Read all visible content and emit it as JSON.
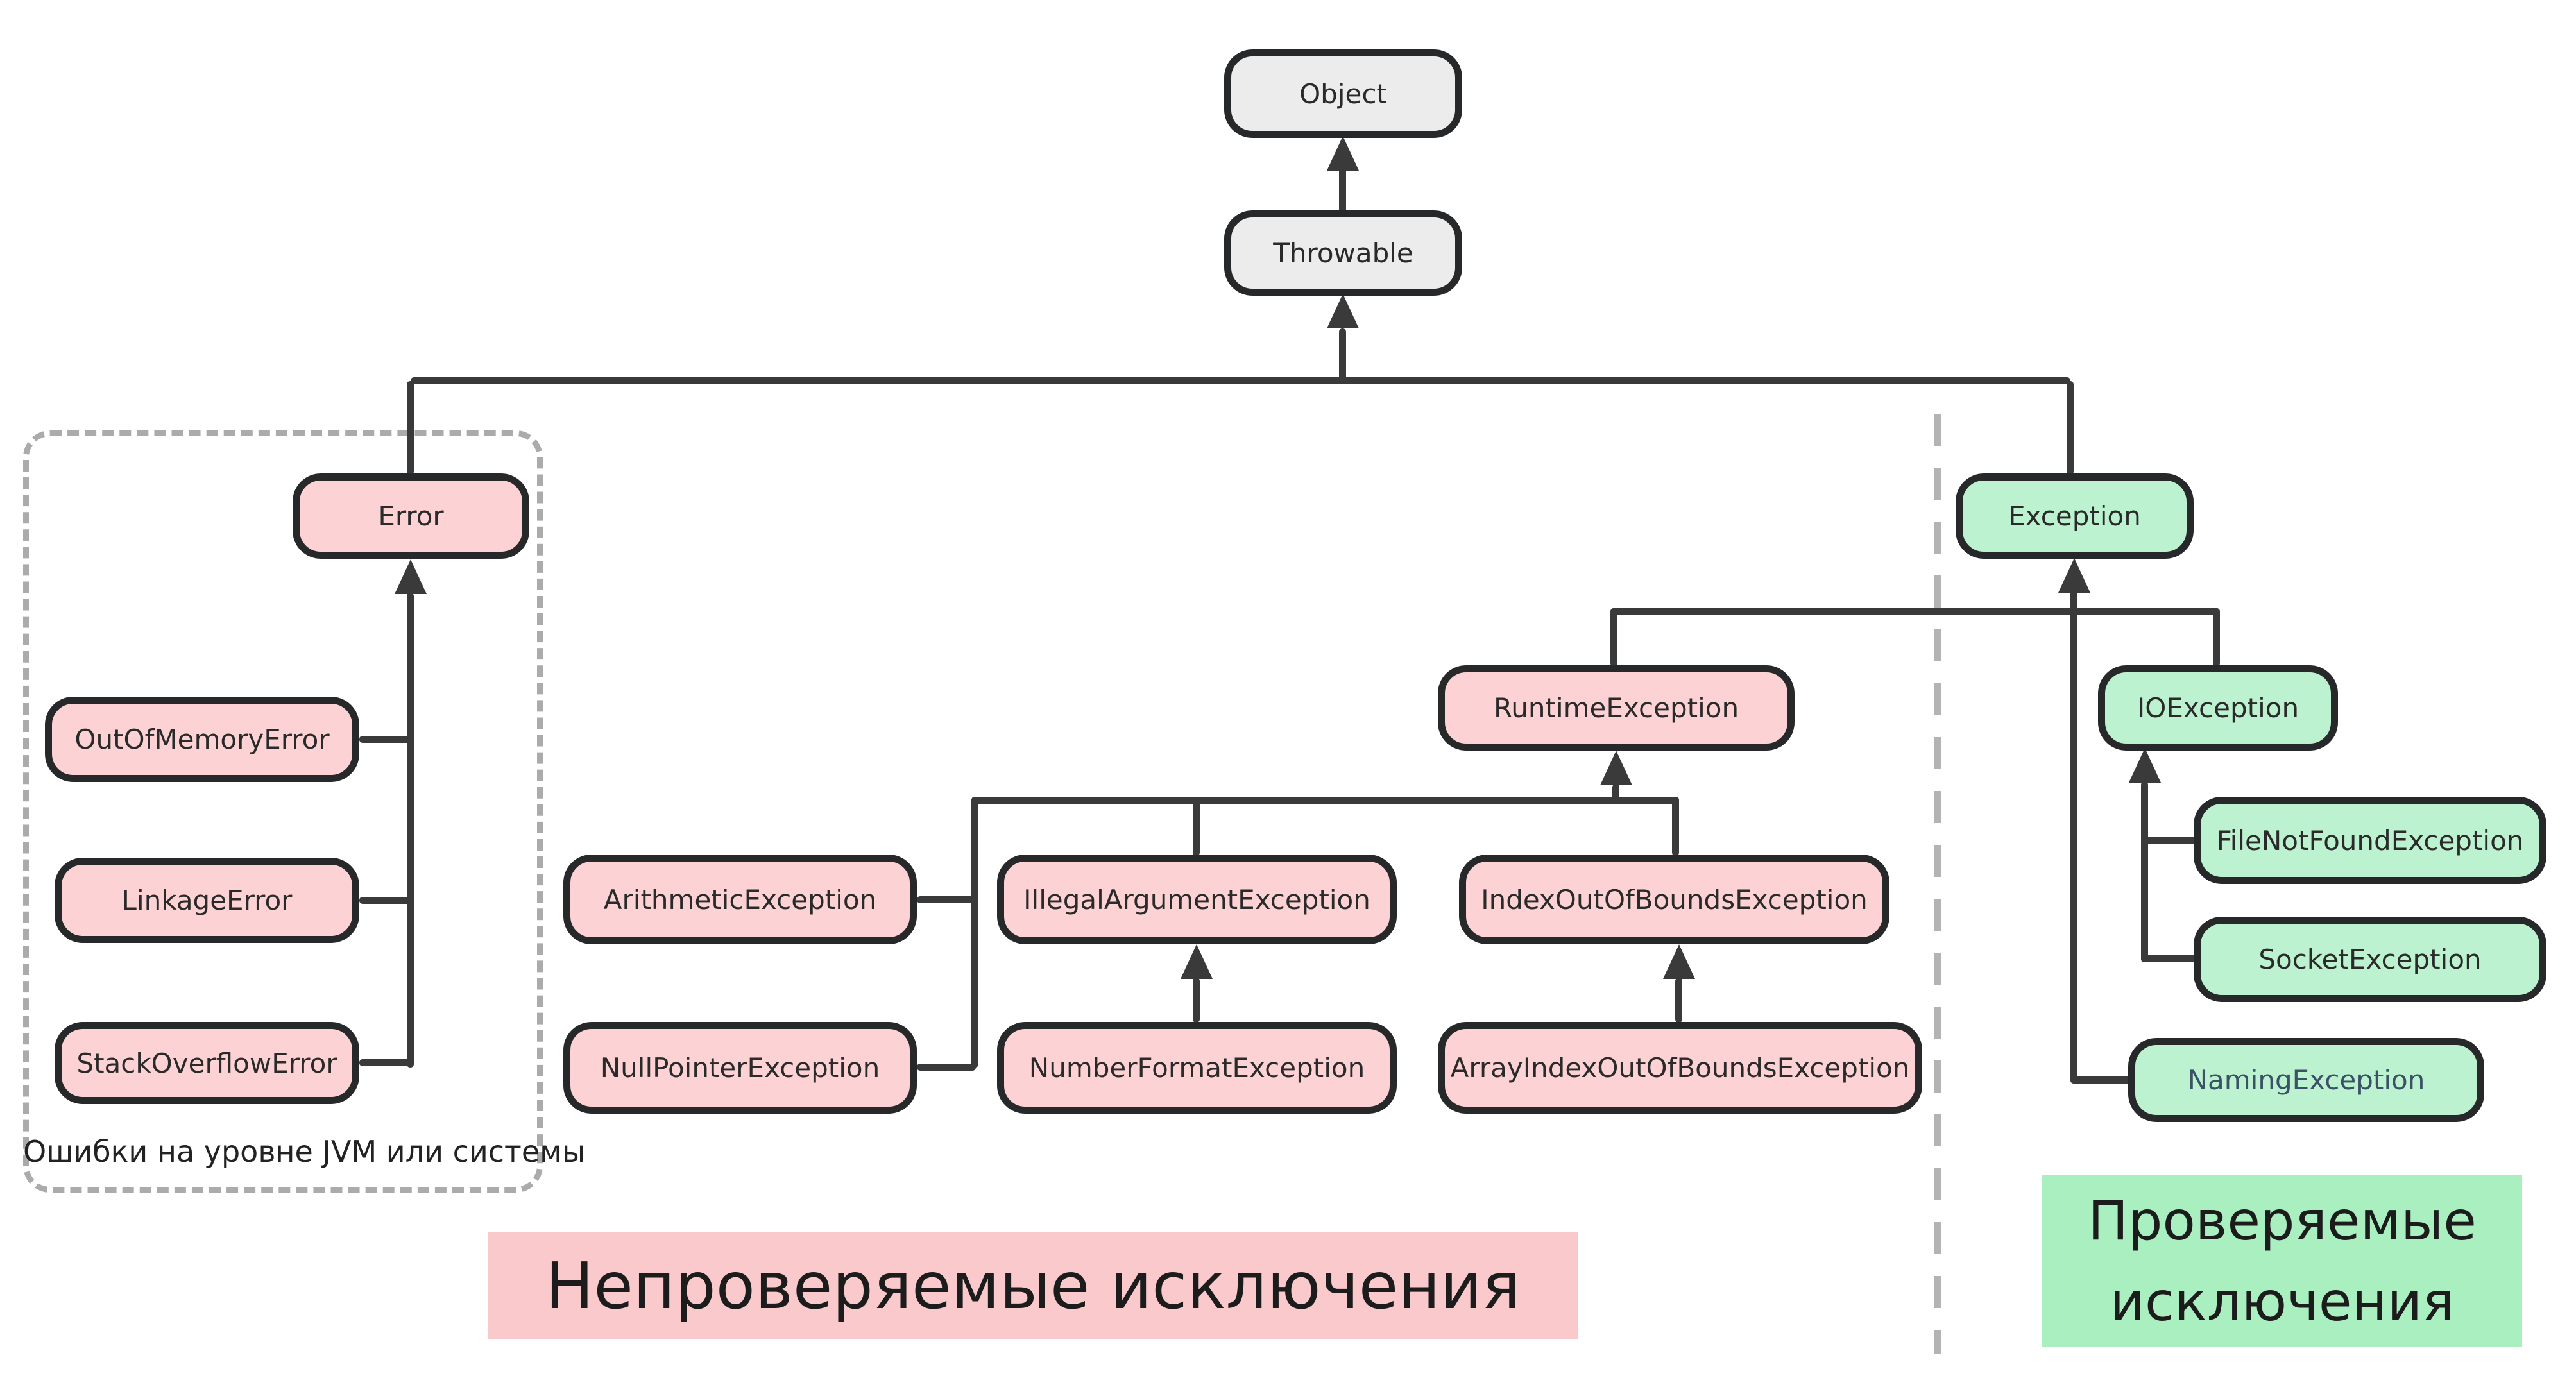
{
  "diagram": {
    "type": "class-hierarchy",
    "nodes": [
      {
        "id": "object",
        "label": "Object",
        "kind": "gray"
      },
      {
        "id": "throwable",
        "label": "Throwable",
        "kind": "gray"
      },
      {
        "id": "error",
        "label": "Error",
        "kind": "pink"
      },
      {
        "id": "oom",
        "label": "OutOfMemoryError",
        "kind": "pink"
      },
      {
        "id": "linkage",
        "label": "LinkageError",
        "kind": "pink"
      },
      {
        "id": "sof",
        "label": "StackOverflowError",
        "kind": "pink"
      },
      {
        "id": "runtime",
        "label": "RuntimeException",
        "kind": "pink"
      },
      {
        "id": "arith",
        "label": "ArithmeticException",
        "kind": "pink"
      },
      {
        "id": "illegal",
        "label": "IllegalArgumentException",
        "kind": "pink"
      },
      {
        "id": "ioob",
        "label": "IndexOutOfBoundsException",
        "kind": "pink"
      },
      {
        "id": "npe",
        "label": "NullPointerException",
        "kind": "pink"
      },
      {
        "id": "nfe",
        "label": "NumberFormatException",
        "kind": "pink"
      },
      {
        "id": "aioob",
        "label": "ArrayIndexOutOfBoundsException",
        "kind": "pink"
      },
      {
        "id": "exception",
        "label": "Exception",
        "kind": "green"
      },
      {
        "id": "ioexc",
        "label": "IOException",
        "kind": "green"
      },
      {
        "id": "fnf",
        "label": "FileNotFoundException",
        "kind": "green"
      },
      {
        "id": "socket",
        "label": "SocketException",
        "kind": "green"
      },
      {
        "id": "naming",
        "label": "NamingException",
        "kind": "green",
        "text_color": "#3a5166"
      }
    ],
    "edges": [
      {
        "from": "throwable",
        "to": "object"
      },
      {
        "from": "error",
        "to": "throwable"
      },
      {
        "from": "exception",
        "to": "throwable"
      },
      {
        "from": "oom",
        "to": "error"
      },
      {
        "from": "linkage",
        "to": "error"
      },
      {
        "from": "sof",
        "to": "error"
      },
      {
        "from": "runtime",
        "to": "exception"
      },
      {
        "from": "ioexc",
        "to": "exception"
      },
      {
        "from": "naming",
        "to": "exception"
      },
      {
        "from": "arith",
        "to": "runtime"
      },
      {
        "from": "illegal",
        "to": "runtime"
      },
      {
        "from": "ioob",
        "to": "runtime"
      },
      {
        "from": "npe",
        "to": "runtime"
      },
      {
        "from": "nfe",
        "to": "illegal"
      },
      {
        "from": "aioob",
        "to": "ioob"
      },
      {
        "from": "fnf",
        "to": "ioexc"
      },
      {
        "from": "socket",
        "to": "ioexc"
      }
    ],
    "group_caption": "Ошибки на уровне JVM или системы",
    "banners": {
      "unchecked": "Непроверяемые исключения",
      "checked": "Проверяемые исключения"
    },
    "colors": {
      "line": "#3a3a3a",
      "node_border": "#26282a",
      "gray_fill": "#ececec",
      "pink_fill": "#fcd2d4",
      "green_fill": "#bdf2d1",
      "unchecked_banner_bg": "#fac9cc",
      "checked_banner_bg": "#aaefc0",
      "dashed_gray": "#ababab",
      "naming_text": "#3a5166"
    }
  }
}
